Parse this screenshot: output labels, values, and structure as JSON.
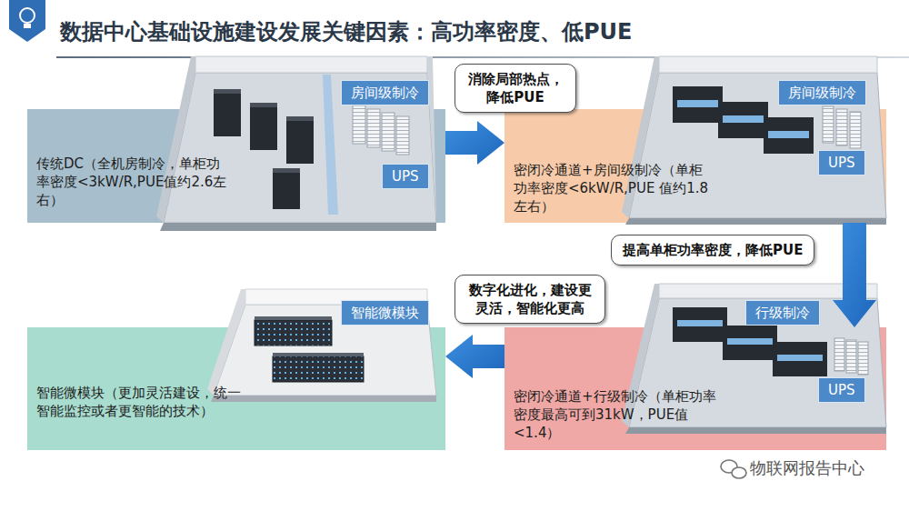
{
  "diagram": {
    "title": "数据中心基础设施建设发展关键因素：高功率密度、低PUE",
    "nodes": [
      {
        "text": [
          "传统DC（全机房制冷，单柜功率密度<3kW/R,PUE值约2.6左右）"
        ]
      },
      {
        "text": [
          "房间级制冷"
        ]
      },
      {
        "text": [
          "UPS"
        ]
      },
      {
        "text": [
          "消除局部热点，降低PUE"
        ]
      },
      {
        "text": [
          "密闭冷通道+房间级制冷（单柜功率密度<6kW/R,PUE 值约1.8左右）"
        ]
      },
      {
        "text": [
          "房间级制冷"
        ]
      },
      {
        "text": [
          "UPS"
        ]
      },
      {
        "text": [
          "提高单柜功率密度，降低PUE"
        ]
      },
      {
        "text": [
          "数字化进化，建设更灵活，智能化更高"
        ]
      },
      {
        "text": [
          "行级制冷"
        ]
      },
      {
        "text": [
          "UPS"
        ]
      },
      {
        "text": [
          "密闭冷通道+行级制冷（单柜功率密度最高可到31kW，PUE值<1.4）"
        ]
      },
      {
        "text": [
          "智能微模块"
        ]
      },
      {
        "text": [
          "智能微模块（更加灵活建设，统一智能监控或者更智能的技术）"
        ]
      }
    ],
    "edges": [
      {
        "from": 0,
        "to": 4,
        "arrow": "to"
      },
      {
        "from": 4,
        "to": 11,
        "arrow": "to"
      },
      {
        "from": 11,
        "to": 13,
        "arrow": "to"
      }
    ],
    "labels": [
      "物联网报告中心"
    ]
  }
}
